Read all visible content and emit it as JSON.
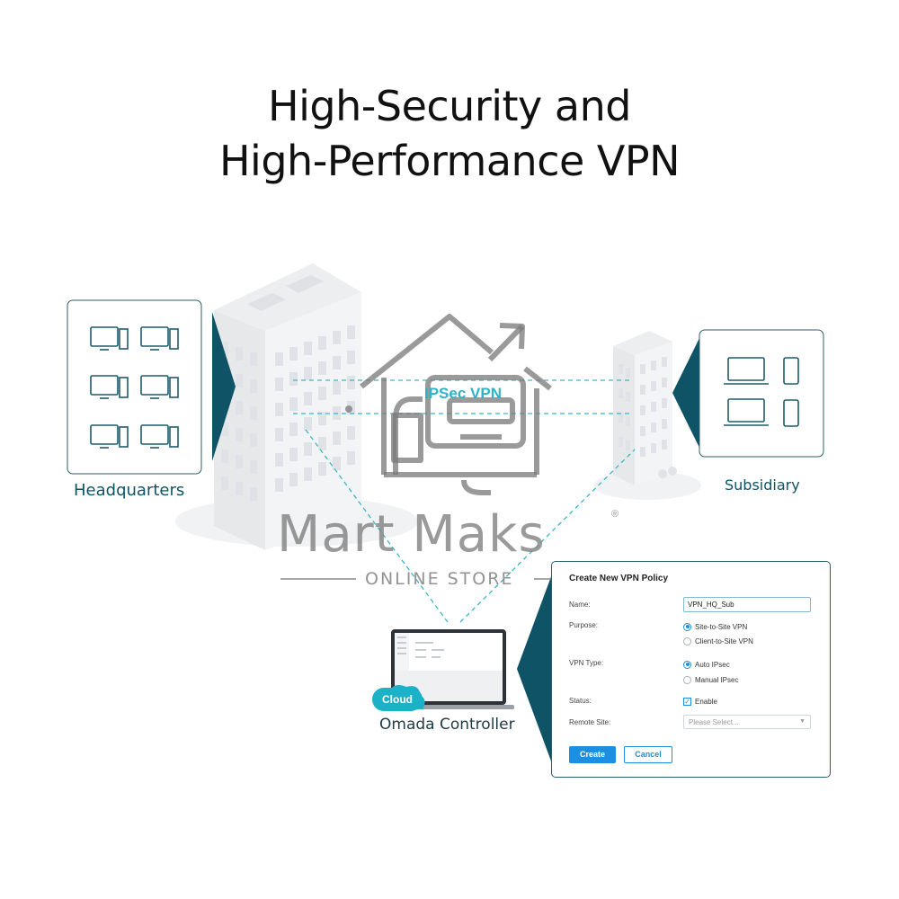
{
  "title_line1": "High-Security and",
  "title_line2": "High-Performance VPN",
  "sites": {
    "headquarters": "Headquarters",
    "subsidiary": "Subsidiary",
    "controller": "Omada Controller",
    "cloud_badge": "Cloud",
    "tunnel": "IPSec VPN"
  },
  "watermark": {
    "name": "Mart Maks",
    "registered": "®",
    "subtitle": "ONLINE STORE"
  },
  "form": {
    "title": "Create New VPN Policy",
    "name_label": "Name:",
    "name_value": "VPN_HQ_Sub",
    "purpose_label": "Purpose:",
    "purpose_options": [
      "Site-to-Site VPN",
      "Client-to-Site VPN"
    ],
    "vpn_type_label": "VPN Type:",
    "vpn_type_options": [
      "Auto IPsec",
      "Manual IPsec"
    ],
    "status_label": "Status:",
    "status_option": "Enable",
    "remote_site_label": "Remote Site:",
    "remote_site_placeholder": "Please Select...",
    "create_label": "Create",
    "cancel_label": "Cancel"
  },
  "colors": {
    "teal_dark": "#0f5366",
    "accent_blue": "#1d8fe0",
    "vpn_cyan": "#2fb2c7",
    "watermark_gray": "#787878"
  },
  "icons": [
    "desktop-computer-icon",
    "laptop-icon",
    "smartphone-icon",
    "cloud-icon",
    "house-logo-icon"
  ]
}
